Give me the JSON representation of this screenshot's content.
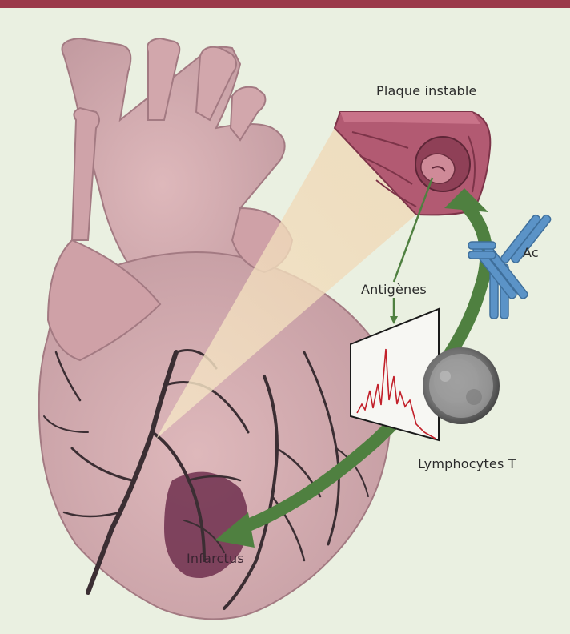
{
  "labels": {
    "plaque": "Plaque instable",
    "antibody": "Ac",
    "antigens": "Antigènes",
    "lymphocytes": "Lymphocytes T",
    "infarct": "Infarctus"
  },
  "colors": {
    "top_bar": "#9b3a4a",
    "background": "#eaf0e1",
    "heart_fill": "#d7aeb2",
    "heart_shadow": "#b98a92",
    "vessel": "#3b2e33",
    "infarct_zone": "#6e2f4e",
    "beam": "#f0d9b8",
    "plaque_fill": "#b25a72",
    "arrow_green": "#4f8040",
    "antibody_blue": "#5b93c7",
    "spectrum_red": "#c2202a",
    "cell_gray": "#8a8a8a"
  },
  "icons": [
    "heart-illustration",
    "plaque-cross-section",
    "antibody-icon",
    "spectrum-graph",
    "t-lymphocyte-cell"
  ]
}
